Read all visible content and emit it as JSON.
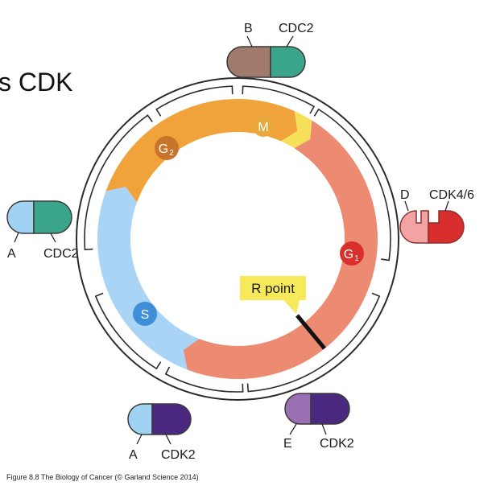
{
  "title": "s CDK",
  "caption": "Figure 8.8 The Biology of Cancer (© Garland Science 2014)",
  "phases": {
    "m": {
      "label": "M",
      "color": "#f6e05a"
    },
    "g1": {
      "label": "G",
      "sub": "1",
      "color": "#ec8a72"
    },
    "s": {
      "label": "S",
      "color": "#a9d4f5"
    },
    "g2": {
      "label": "G",
      "sub": "2",
      "color": "#f0a33a"
    }
  },
  "r_point": {
    "label": "R point",
    "color": "#f7ea5a"
  },
  "complexes": {
    "top": {
      "cyclin": "B",
      "cdk": "CDC2",
      "cyclin_color": "#a07a6c",
      "cdk_color": "#3aa58a"
    },
    "left": {
      "cyclin": "A",
      "cdk": "CDC2",
      "cyclin_color": "#9fd2f3",
      "cdk_color": "#3aa58a"
    },
    "right": {
      "cyclin": "D",
      "cdk": "CDK4/6",
      "cyclin_color": "#f2a3a3",
      "cdk_color": "#d92e2e"
    },
    "bottom_left": {
      "cyclin": "A",
      "cdk": "CDK2",
      "cyclin_color": "#9fd2f3",
      "cdk_color": "#4a2880"
    },
    "bottom_right": {
      "cyclin": "E",
      "cdk": "CDK2",
      "cyclin_color": "#9b6fb3",
      "cdk_color": "#4a2880"
    }
  }
}
